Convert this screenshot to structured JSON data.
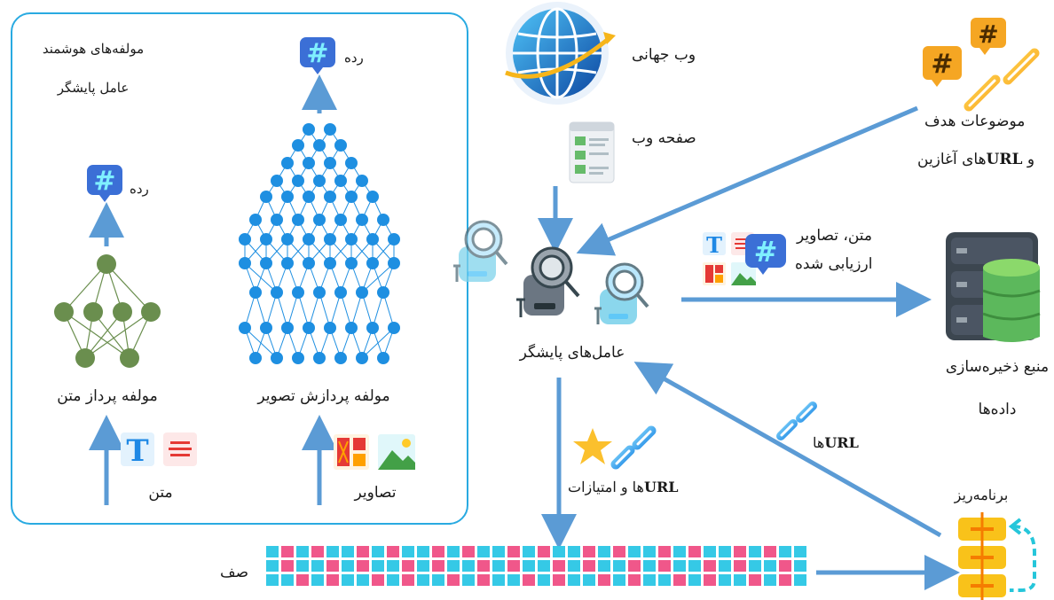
{
  "panel": {
    "title_line1": "مولفه‌های هوشمند",
    "title_line2": "عامل پایشگر"
  },
  "image_module": {
    "label": "مولفه پردازش تصویر",
    "output_label": "رده",
    "input_label": "تصاویر"
  },
  "text_module": {
    "label": "مولفه پرداز متن",
    "output_label": "رده",
    "input_label": "متن"
  },
  "web": {
    "label": "وب جهانی",
    "page_label": "صفحه وب"
  },
  "crawlers": {
    "label": "عامل‌های پایشگر"
  },
  "targets": {
    "line1": "موضوعات هدف",
    "line2_bold": "URL",
    "line2_rest": "های آغازین",
    "line2_prefix": "و"
  },
  "evaluated": {
    "line1": "متن، تصاویر",
    "line2": "ارزیابی شده"
  },
  "storage": {
    "line1": "منبع ذخیره‌سازی",
    "line2": "داده‌ها"
  },
  "urls_back": {
    "bold": "URL",
    "rest": "ها"
  },
  "urls_scores": {
    "bold": "URL",
    "rest": "ها و امتیازات"
  },
  "scheduler": {
    "label": "برنامه‌ریز"
  },
  "queue": {
    "label": "صف"
  },
  "colors": {
    "panel_border": "#29aae1",
    "arrow": "#5b9bd5",
    "node_blue": "#1e8fe1",
    "node_green": "#6a8e4e",
    "hash_blue": "#3b6fd6",
    "queue_pink": "#f0578a",
    "queue_cyan": "#35c9e6",
    "storage_green": "#6cc24a",
    "storage_dark": "#4b5563"
  }
}
